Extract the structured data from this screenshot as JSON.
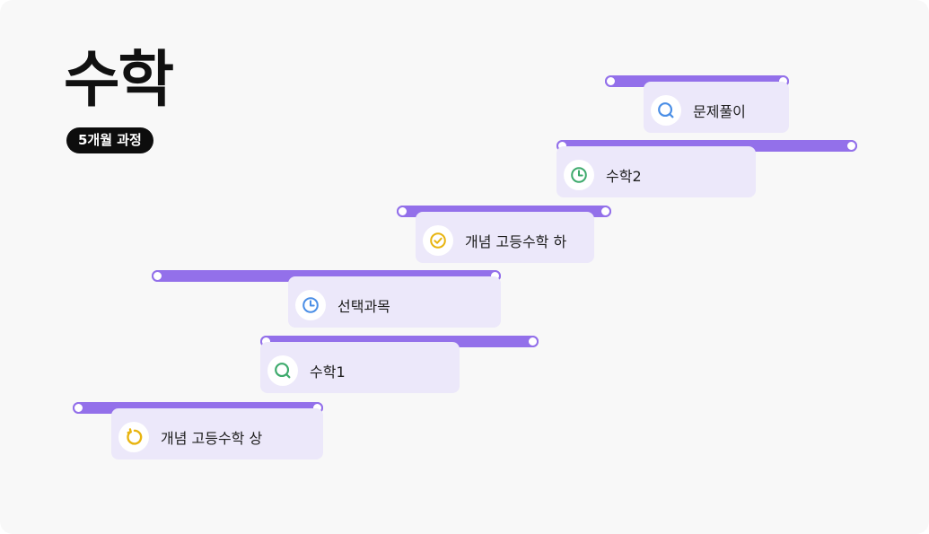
{
  "header": {
    "title": "수학",
    "duration_badge": "5개월 과정"
  },
  "courses": [
    {
      "label": "문제풀이",
      "icon": "search-icon",
      "icon_color": "#4a8ee6"
    },
    {
      "label": "수학2",
      "icon": "clock-icon",
      "icon_color": "#3daa6c"
    },
    {
      "label": "개념 고등수학 하",
      "icon": "check-circle-icon",
      "icon_color": "#e8b40f"
    },
    {
      "label": "선택과목",
      "icon": "clock-icon",
      "icon_color": "#4a8ee6"
    },
    {
      "label": "수학1",
      "icon": "search-icon",
      "icon_color": "#3daa6c"
    },
    {
      "label": "개념 고등수학 상",
      "icon": "refresh-icon",
      "icon_color": "#e8b40f"
    }
  ],
  "colors": {
    "bar": "#9370ea",
    "card": "#ece8fa",
    "background": "#f8f8f8"
  }
}
